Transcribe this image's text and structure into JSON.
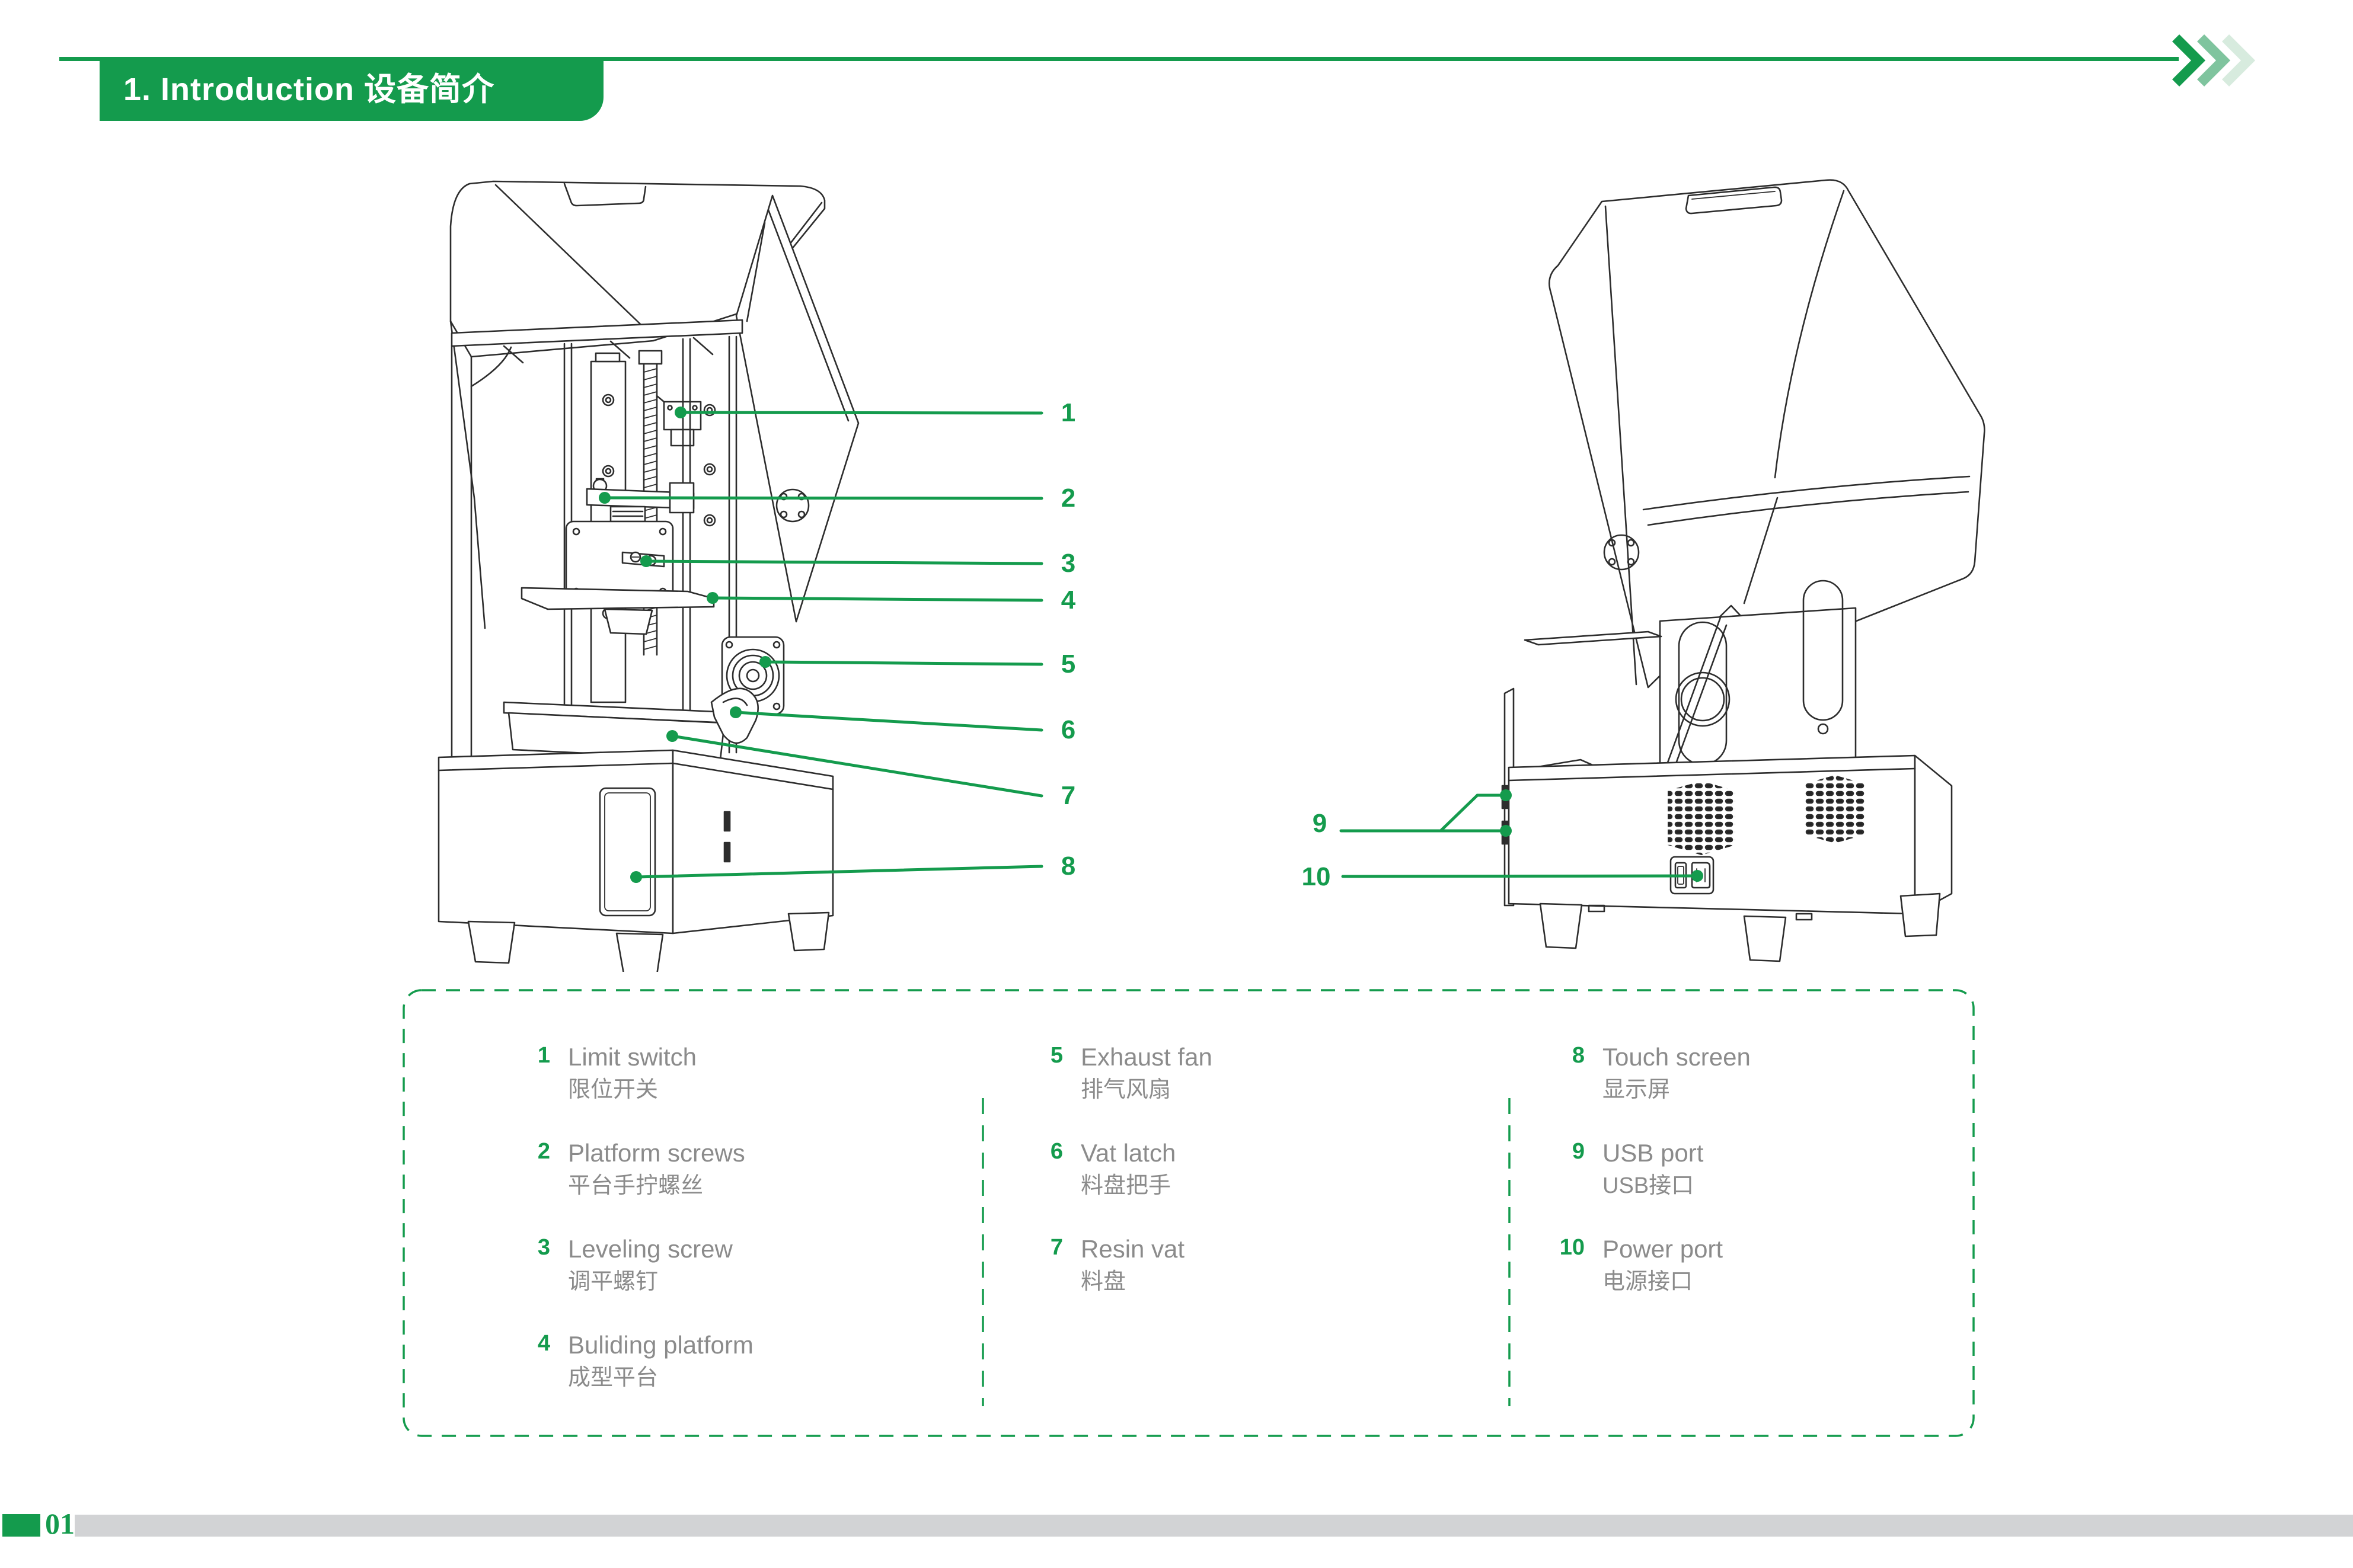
{
  "header": {
    "title": "1. Introduction 设备简介"
  },
  "callouts": [
    {
      "label": "1"
    },
    {
      "label": "2"
    },
    {
      "label": "3"
    },
    {
      "label": "4"
    },
    {
      "label": "5"
    },
    {
      "label": "6"
    },
    {
      "label": "7"
    },
    {
      "label": "8"
    },
    {
      "label": "9"
    },
    {
      "label": "10"
    }
  ],
  "legend": {
    "columns": [
      {
        "items": [
          {
            "num": "1",
            "en": "Limit switch",
            "zh": "限位开关"
          },
          {
            "num": "2",
            "en": "Platform screws",
            "zh": "平台手拧螺丝"
          },
          {
            "num": "3",
            "en": "Leveling screw",
            "zh": "调平螺钉"
          },
          {
            "num": "4",
            "en": "Buliding platform",
            "zh": "成型平台"
          }
        ]
      },
      {
        "items": [
          {
            "num": "5",
            "en": "Exhaust fan",
            "zh": "排气风扇"
          },
          {
            "num": "6",
            "en": "Vat latch",
            "zh": "料盘把手"
          },
          {
            "num": "7",
            "en": "Resin vat",
            "zh": "料盘"
          }
        ]
      },
      {
        "items": [
          {
            "num": "8",
            "en": "Touch screen",
            "zh": "显示屏"
          },
          {
            "num": "9",
            "en": "USB port",
            "zh": "USB接口"
          },
          {
            "num": "10",
            "en": "Power port",
            "zh": "电源接口"
          }
        ]
      }
    ]
  },
  "footer": {
    "page_number": "01"
  },
  "colors": {
    "accent_green": "#149B4D",
    "chevron_mid": "#7FC49E",
    "chevron_light": "#D7EBDE",
    "legend_text_gray": "#8B8B8B",
    "drawing_stroke": "#2D2D2D",
    "footer_bar_gray": "#D2D3D5"
  }
}
